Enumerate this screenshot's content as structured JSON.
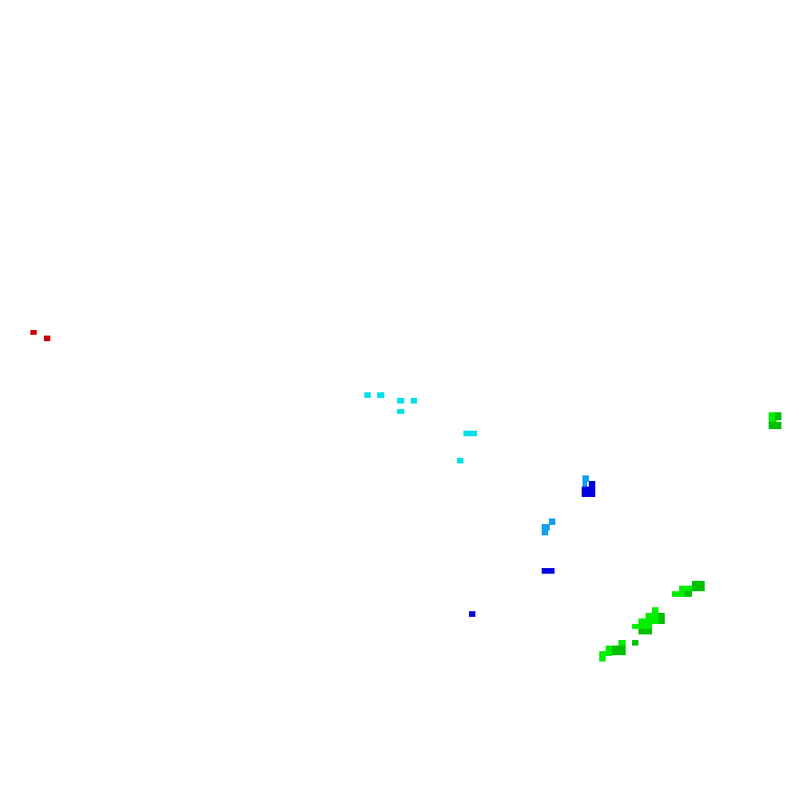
{
  "colors": {
    "background": "#ffffff",
    "red": "#cc0000",
    "cyan": "#00e0e8",
    "sky_blue": "#149ef0",
    "blue": "#0000e0",
    "bright_green": "#00ee00",
    "green": "#00c000"
  },
  "clusters": [
    {
      "name": "red-cluster",
      "color_key": "red"
    },
    {
      "name": "cyan-cluster",
      "color_key": "cyan"
    },
    {
      "name": "sky-blue-cluster",
      "color_key": "sky_blue"
    },
    {
      "name": "blue-cluster",
      "color_key": "blue"
    },
    {
      "name": "green-cluster",
      "color_key": "bright_green"
    }
  ]
}
